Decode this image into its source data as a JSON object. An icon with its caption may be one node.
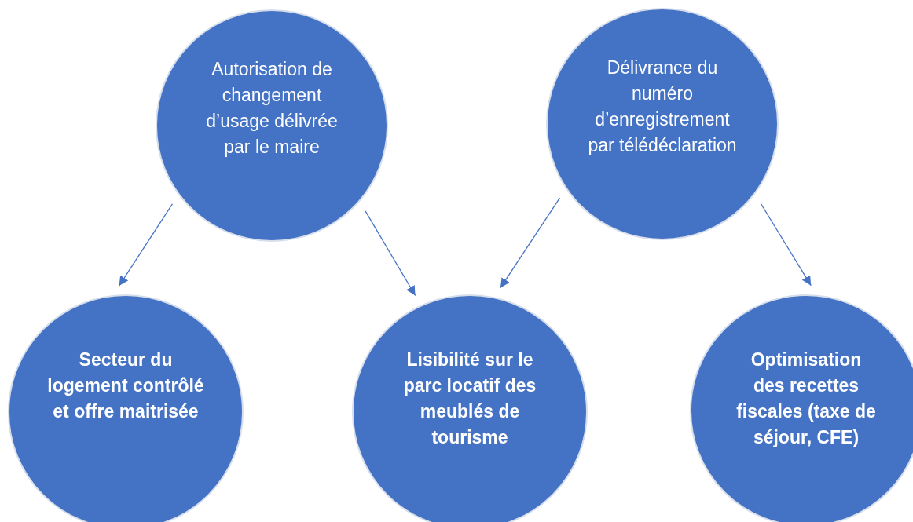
{
  "diagram": {
    "nodes": [
      {
        "text": [
          "Autorisation de changement d’usage délivrée par le maire"
        ]
      },
      {
        "text": [
          "Délivrance du numéro d’enregistrement par télédéclaration"
        ]
      },
      {
        "text": [
          "Secteur du logement contrôlé et offre maitrisée"
        ]
      },
      {
        "text": [
          "Lisibilité sur le parc locatif des meublés de tourisme"
        ]
      },
      {
        "text": [
          "Optimisation des recettes fiscales (taxe de séjour, CFE)"
        ]
      }
    ],
    "edges": [
      {
        "from": 0,
        "to": 2,
        "arrow": "to"
      },
      {
        "from": 0,
        "to": 3,
        "arrow": "to"
      },
      {
        "from": 1,
        "to": 3,
        "arrow": "to"
      },
      {
        "from": 1,
        "to": 4,
        "arrow": "to"
      }
    ]
  }
}
